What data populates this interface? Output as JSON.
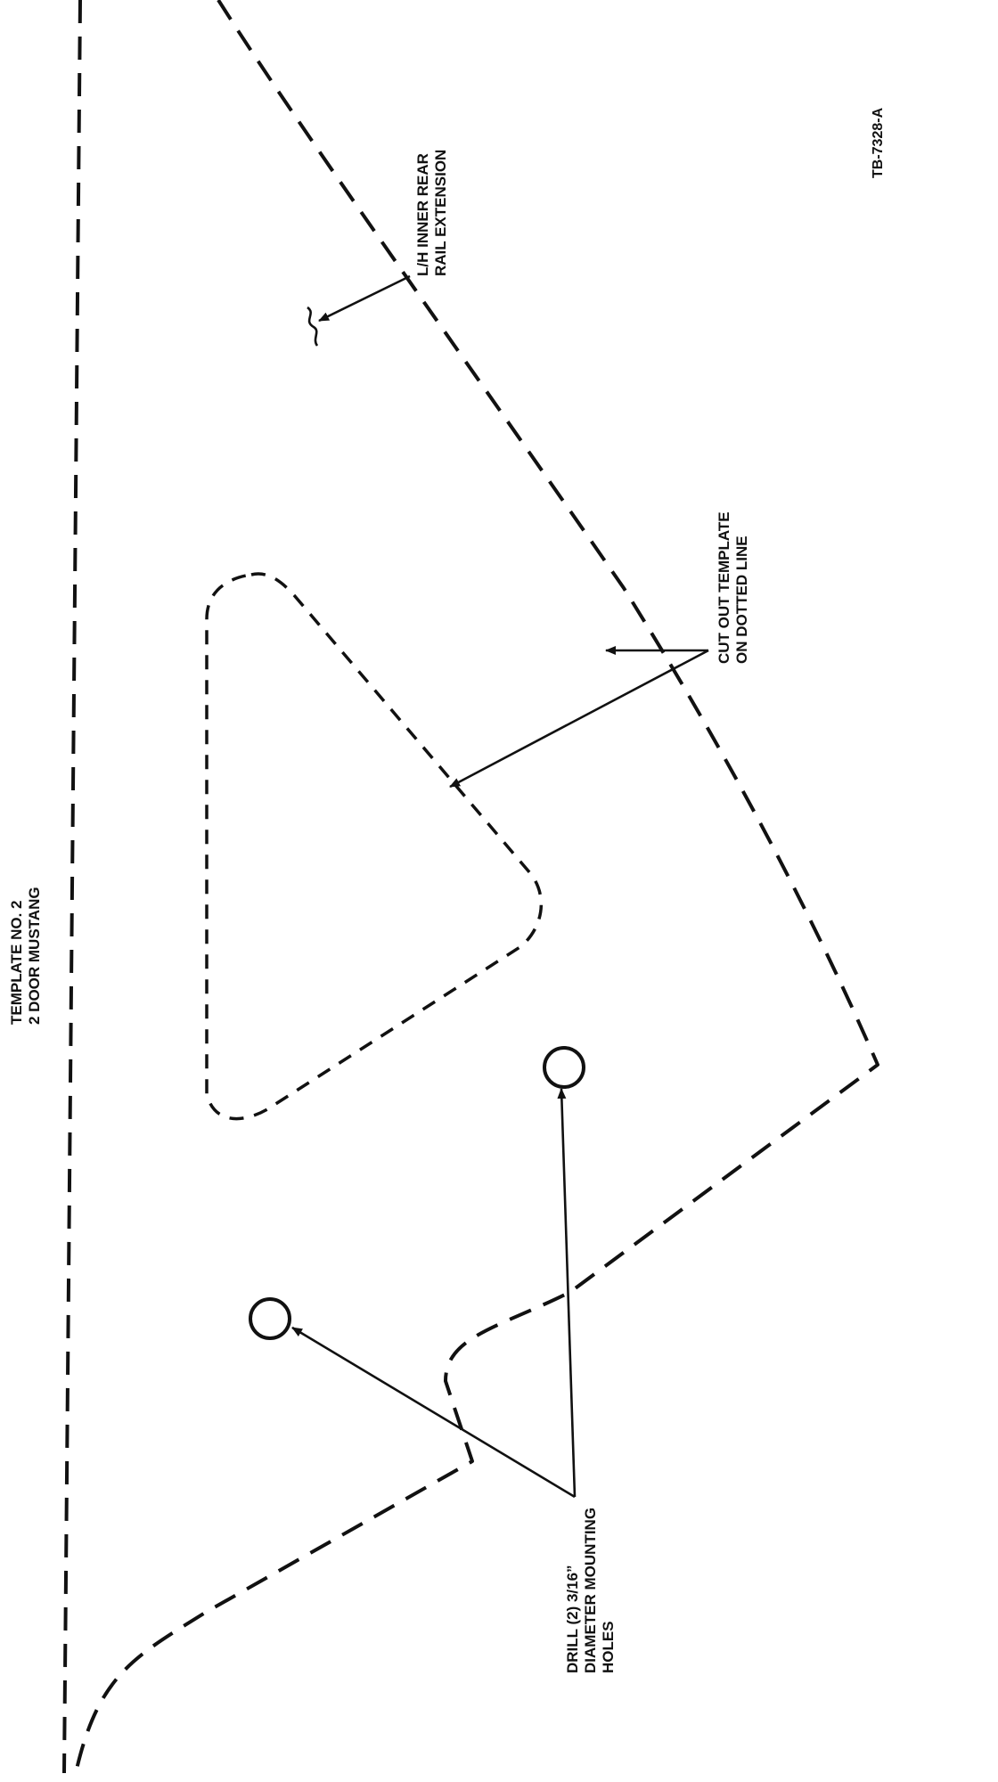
{
  "template_title": {
    "line1": "TEMPLATE NO. 2",
    "line2": "2 DOOR MUSTANG"
  },
  "figure_number": "TB-7328-A",
  "callouts": {
    "rail_extension": {
      "line1": "L/H INNER REAR",
      "line2": "RAIL EXTENSION"
    },
    "cut_out": {
      "line1": "CUT OUT TEMPLATE",
      "line2": "ON DOTTED LINE"
    },
    "drill": {
      "line1": "DRILL (2) 3/16”",
      "line2": "DIAMETER MOUNTING",
      "line3": "HOLES"
    }
  },
  "mounting_hole_count": 2
}
